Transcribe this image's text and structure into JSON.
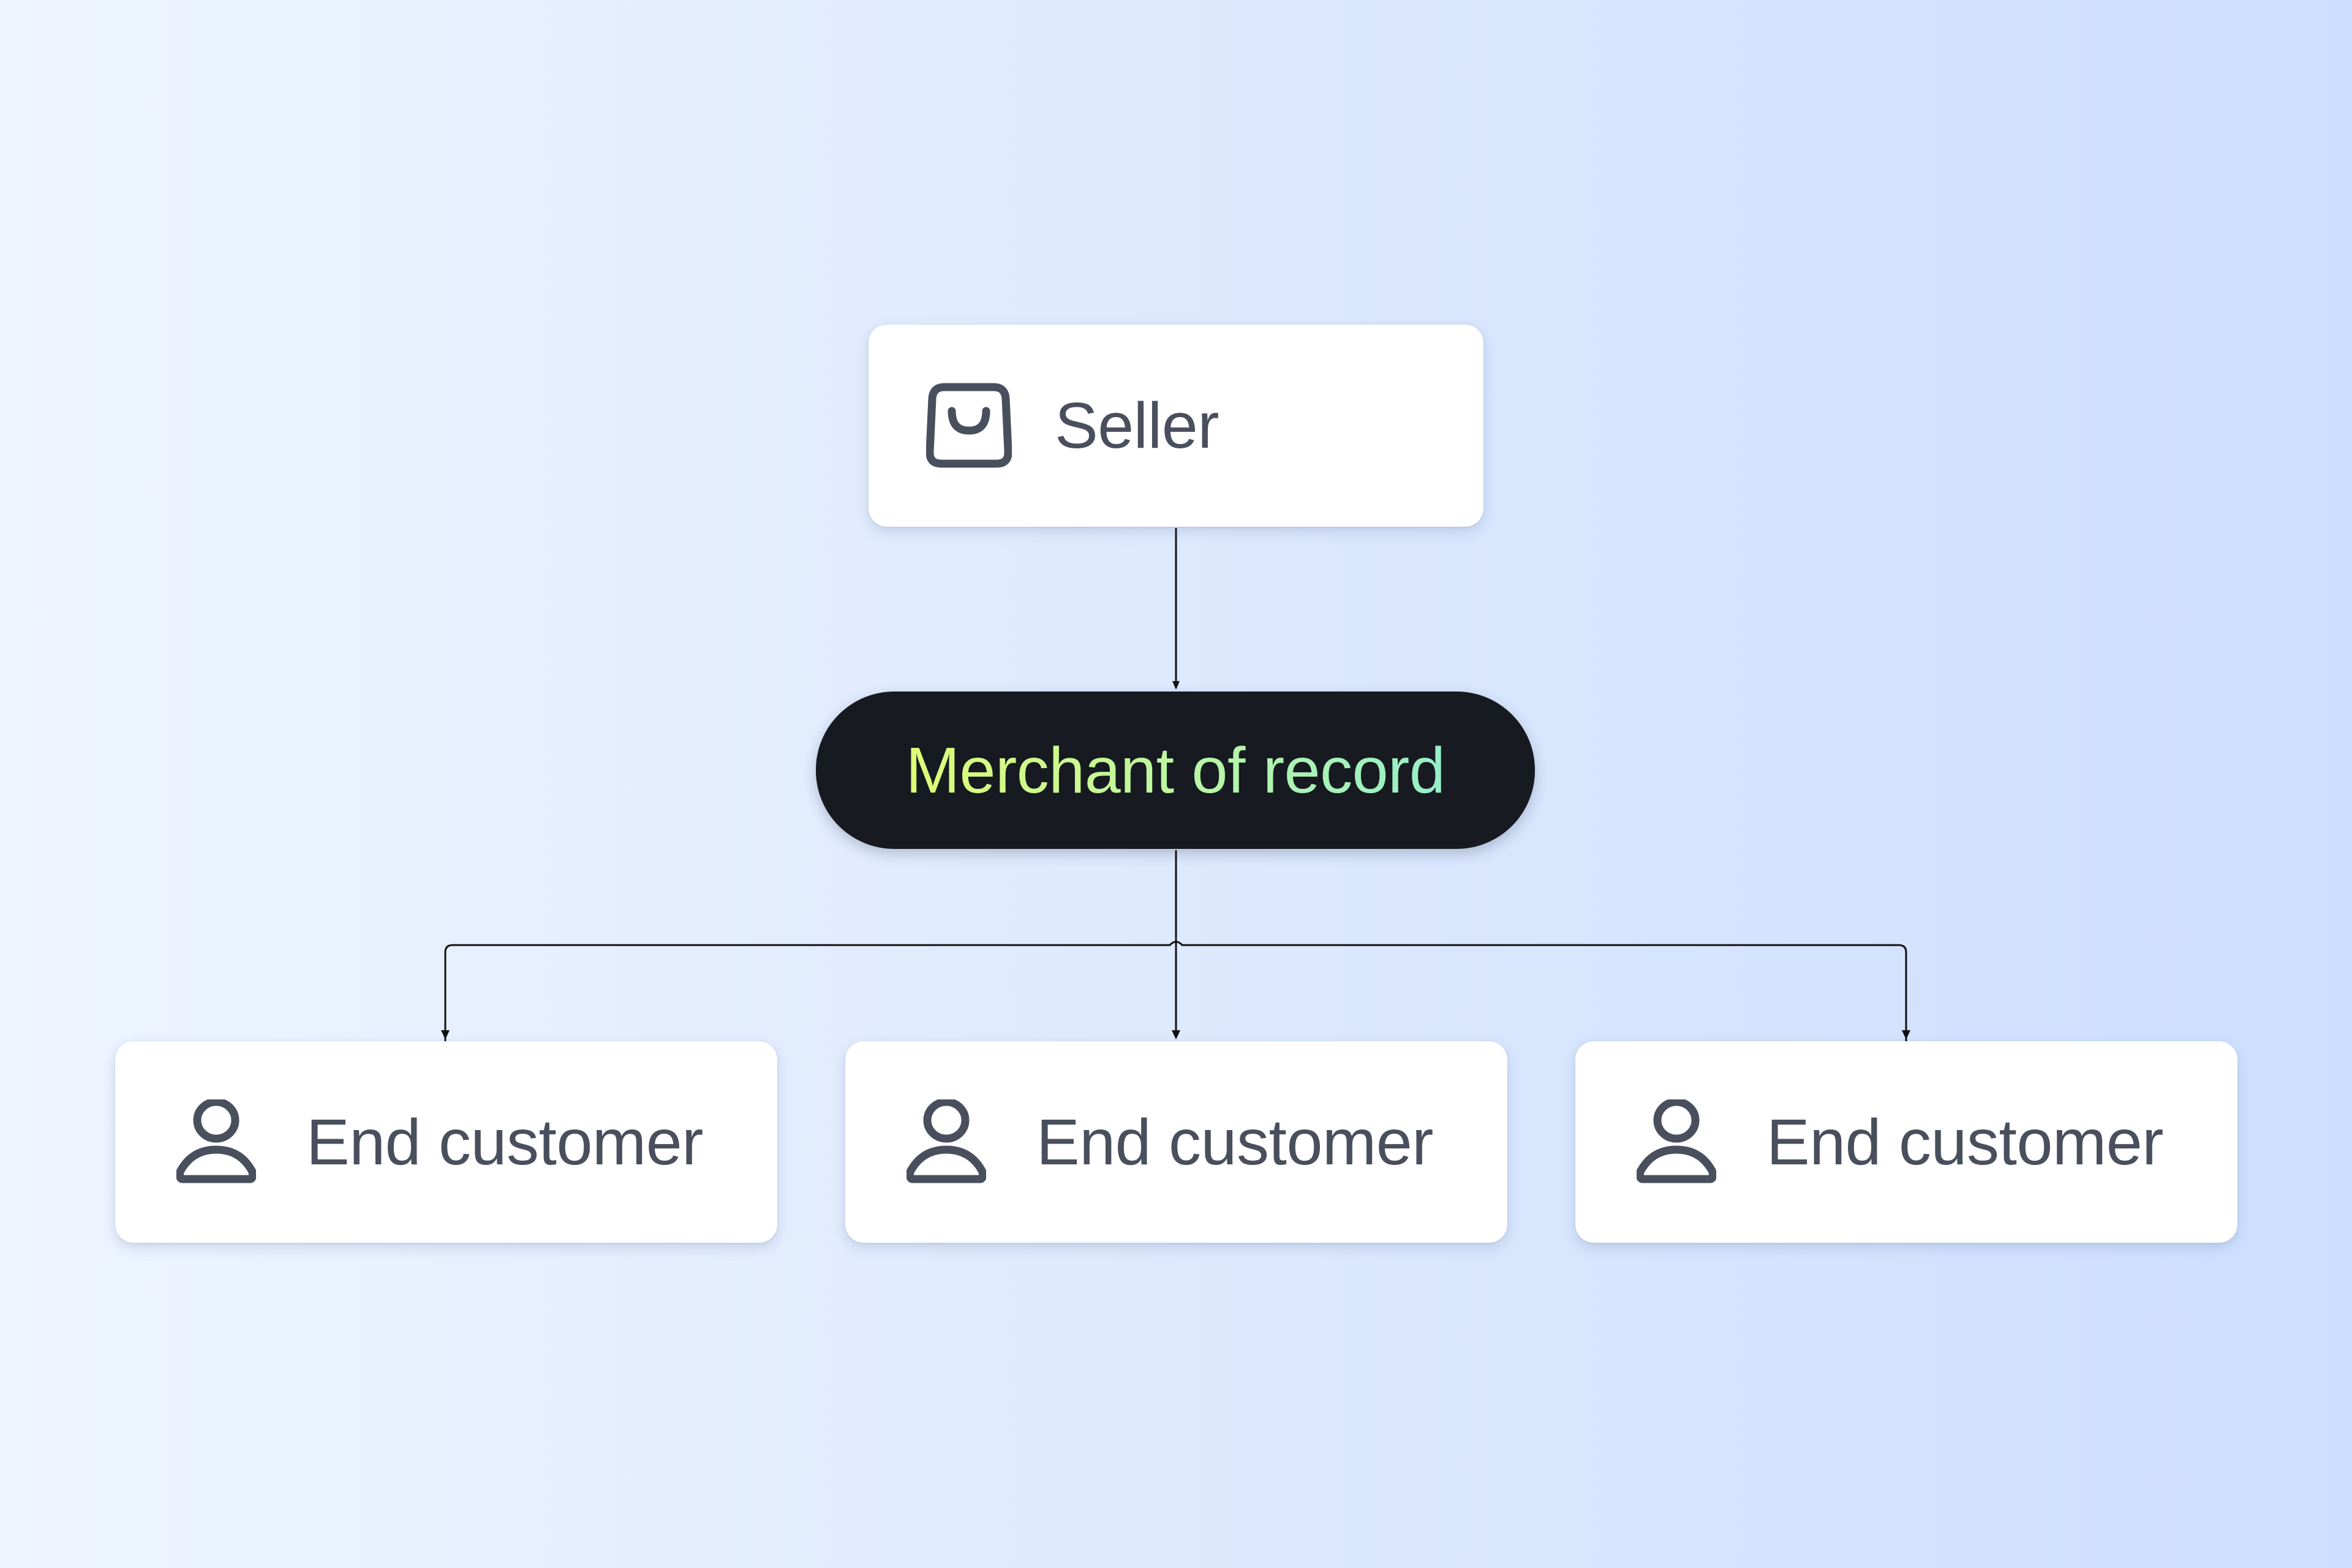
{
  "diagram": {
    "seller": {
      "label": "Seller",
      "icon": "shopping-bag-icon"
    },
    "merchant": {
      "label": "Merchant of record",
      "background": "#171a21",
      "text_gradient": [
        "#e0fb76",
        "#96efc8"
      ]
    },
    "customers": [
      {
        "label": "End customer",
        "icon": "user-icon"
      },
      {
        "label": "End customer",
        "icon": "user-icon"
      },
      {
        "label": "End customer",
        "icon": "user-icon"
      }
    ],
    "edges": [
      {
        "from": "Seller",
        "to": "Merchant of record"
      },
      {
        "from": "Merchant of record",
        "to": "End customer 1"
      },
      {
        "from": "Merchant of record",
        "to": "End customer 2"
      },
      {
        "from": "Merchant of record",
        "to": "End customer 3"
      }
    ],
    "colors": {
      "background_left": "#eef5ff",
      "background_right": "#cddfff",
      "card": "#ffffff",
      "text": "#4a4f5e",
      "connector": "#111111"
    }
  }
}
